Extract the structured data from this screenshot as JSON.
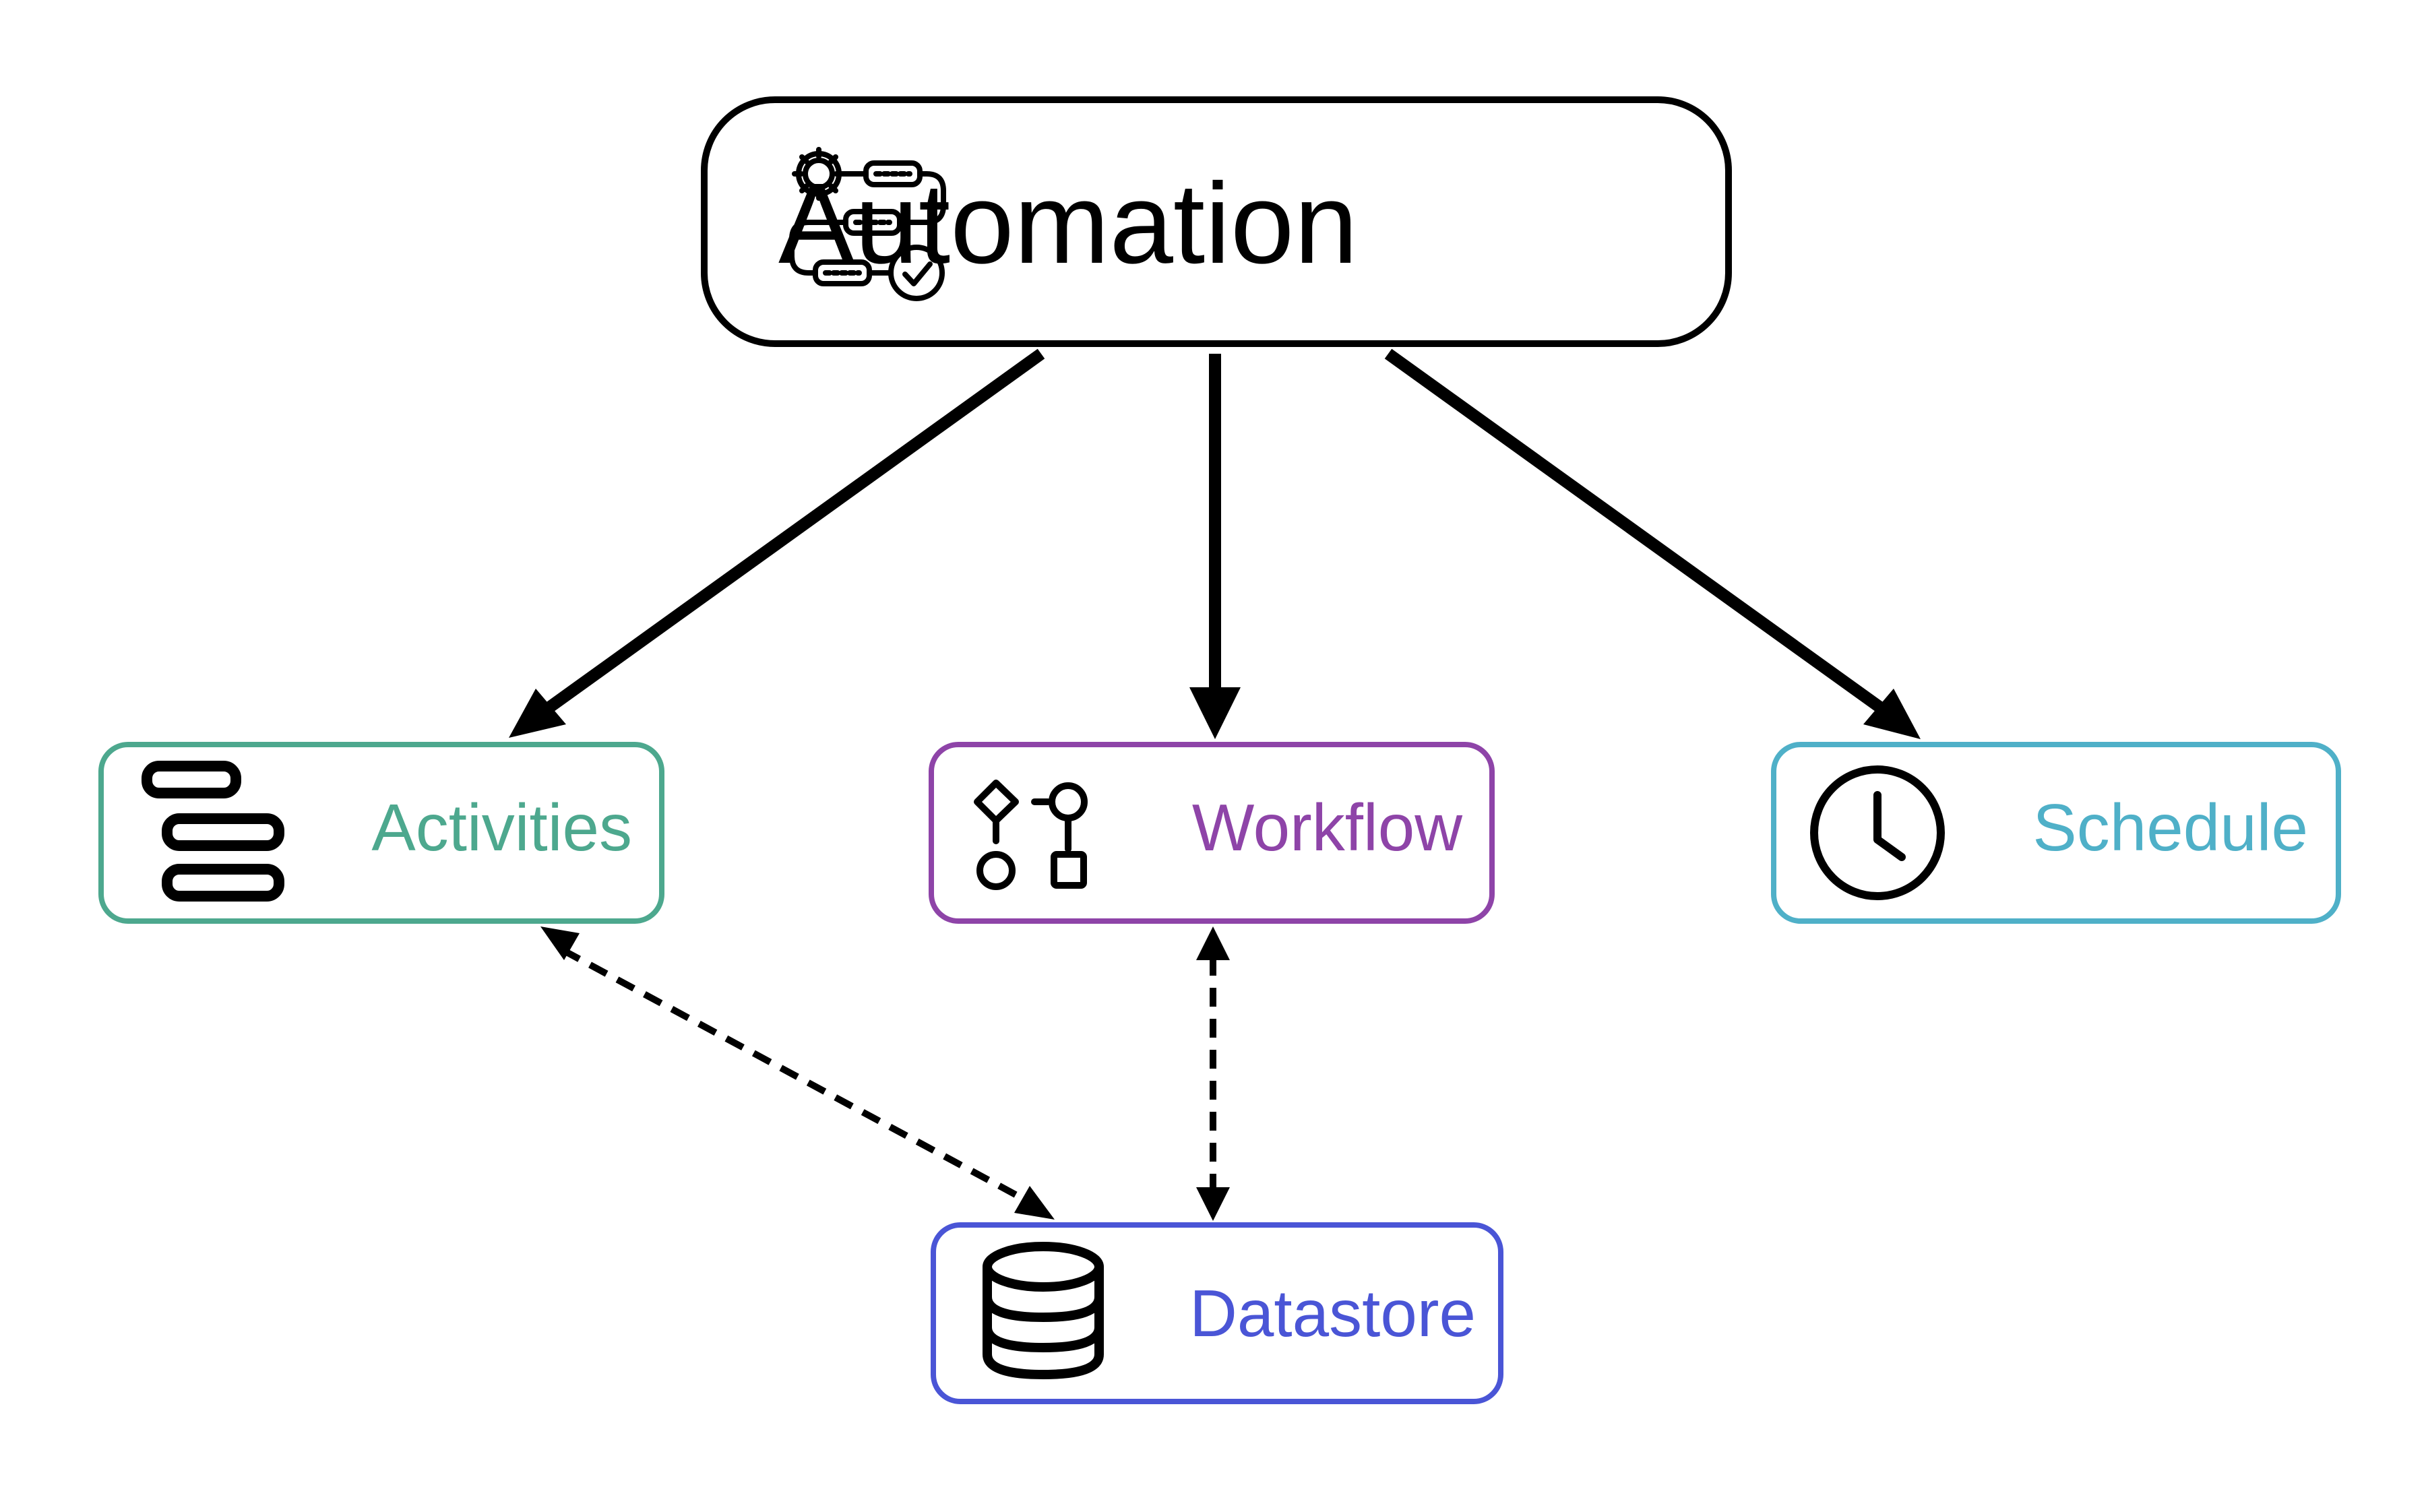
{
  "nodes": {
    "automation": {
      "label": "Automation",
      "icon": "automation-flow-icon",
      "border_color": "#000000"
    },
    "activities": {
      "label": "Activities",
      "icon": "stack-icon",
      "color": "#4DA88E"
    },
    "workflow": {
      "label": "Workflow",
      "icon": "workflow-icon",
      "color": "#8E44A8"
    },
    "schedule": {
      "label": "Schedule",
      "icon": "clock-icon",
      "color": "#4FB0C8"
    },
    "datastore": {
      "label": "Datastore",
      "icon": "database-icon",
      "color": "#4A55D6"
    }
  },
  "edges": [
    {
      "from": "automation",
      "to": "activities",
      "style": "solid",
      "direction": "forward"
    },
    {
      "from": "automation",
      "to": "workflow",
      "style": "solid",
      "direction": "forward"
    },
    {
      "from": "automation",
      "to": "schedule",
      "style": "solid",
      "direction": "forward"
    },
    {
      "from": "activities",
      "to": "datastore",
      "style": "dashed",
      "direction": "both"
    },
    {
      "from": "workflow",
      "to": "datastore",
      "style": "dashed",
      "direction": "both"
    }
  ]
}
